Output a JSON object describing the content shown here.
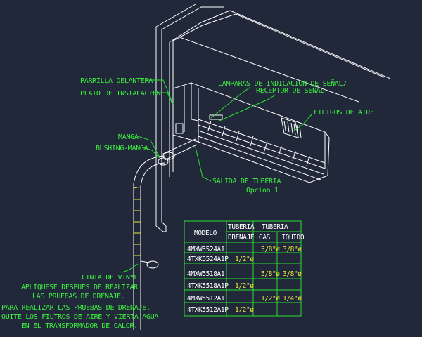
{
  "labels": {
    "parrilla": "PARRILLA DELANTERA",
    "plato": "PLATO DE INSTALACION",
    "lamparas_1": "LAMPARAS DE INDICACION DE SEÑAL/",
    "lamparas_2": "RECEPTOR DE SEÑAL",
    "filtros": "FILTROS DE AIRE",
    "manga": "MANGA",
    "bushing": "BUSHING-MANGA",
    "salida_1": "SALIDA DE TUBERIA",
    "salida_2": "Opcion 1",
    "cinta": "CINTA DE VINYL",
    "apliquese_1": "APLIQUESE DESPUES DE REALIZAR",
    "apliquese_2": "LAS PRUEBAS DE DRENAJE.",
    "pruebas_1": "PARA REALIZAR LAS PRUEBAS DE DRENAJE,",
    "pruebas_2": "QUITE LOS FILTROS DE AIRE Y VIERTA AGUA",
    "pruebas_3": "EN EL TRANSFORMADOR DE CALOR."
  },
  "table": {
    "headers": {
      "modelo": "MODELO",
      "tuberia_1": "TUBERIA",
      "drenaje": "DRENAJE",
      "tuberia_2": "TUBERIA",
      "gas": "GAS",
      "liquido": "LIQUIDO"
    },
    "rows": [
      {
        "model": "4MXW5524A1",
        "drenaje": "",
        "gas": "5/8\"ø",
        "liquido": "3/8\"ø"
      },
      {
        "model": "4TXK5524A1P",
        "drenaje": "1/2\"ø",
        "gas": "",
        "liquido": ""
      },
      {
        "model": "4MXW5518A1",
        "drenaje": "",
        "gas": "5/8\"ø",
        "liquido": "3/8\"ø"
      },
      {
        "model": "4TXK5518A1P",
        "drenaje": "1/2\"ø",
        "gas": "",
        "liquido": ""
      },
      {
        "model": "4MXW5512A1",
        "drenaje": "",
        "gas": "1/2\"ø",
        "liquido": "1/4\"ø"
      },
      {
        "model": "4TXK5512A1P",
        "drenaje": "1/2\"ø",
        "gas": "",
        "liquido": ""
      }
    ]
  },
  "colors": {
    "background": "#21283a",
    "linework": "#ffffff",
    "annotation": "#3df13f",
    "highlight": "#e8e83a"
  }
}
